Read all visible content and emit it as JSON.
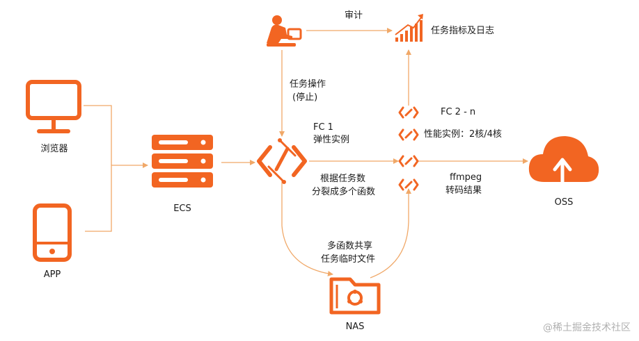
{
  "colors": {
    "accent": "#f26522",
    "line": "#f0a868",
    "text": "#1a1a1a",
    "watermark": "#b0b0b0"
  },
  "nodes": {
    "browser": {
      "label": "浏览器",
      "icon": "monitor-icon"
    },
    "app": {
      "label": "APP",
      "icon": "phone-icon"
    },
    "ecs": {
      "label": "ECS",
      "icon": "server-icon"
    },
    "operator": {
      "icon": "user-laptop-icon"
    },
    "metrics": {
      "label": "任务指标及日志",
      "icon": "bar-chart-icon"
    },
    "fc1": {
      "label_line1": "FC 1",
      "label_line2": "弹性实例",
      "icon": "function-icon"
    },
    "fc2": {
      "label_line1": "FC 2 - n",
      "label_line2": "性能实例：2核/4核",
      "icon": "function-icon"
    },
    "nas": {
      "label": "NAS",
      "icon": "nas-folder-icon"
    },
    "oss": {
      "label": "OSS",
      "icon": "cloud-upload-icon"
    }
  },
  "edges": {
    "audit": "审计",
    "task_op_line1": "任务操作",
    "task_op_line2": "(停止)",
    "split_line1": "根据任务数",
    "split_line2": "分裂成多个函数",
    "ffmpeg_line1": "ffmpeg",
    "ffmpeg_line2": "转码结果",
    "shared_line1": "多函数共享",
    "shared_line2": "任务临时文件"
  },
  "watermark": "@稀土掘金技术社区"
}
